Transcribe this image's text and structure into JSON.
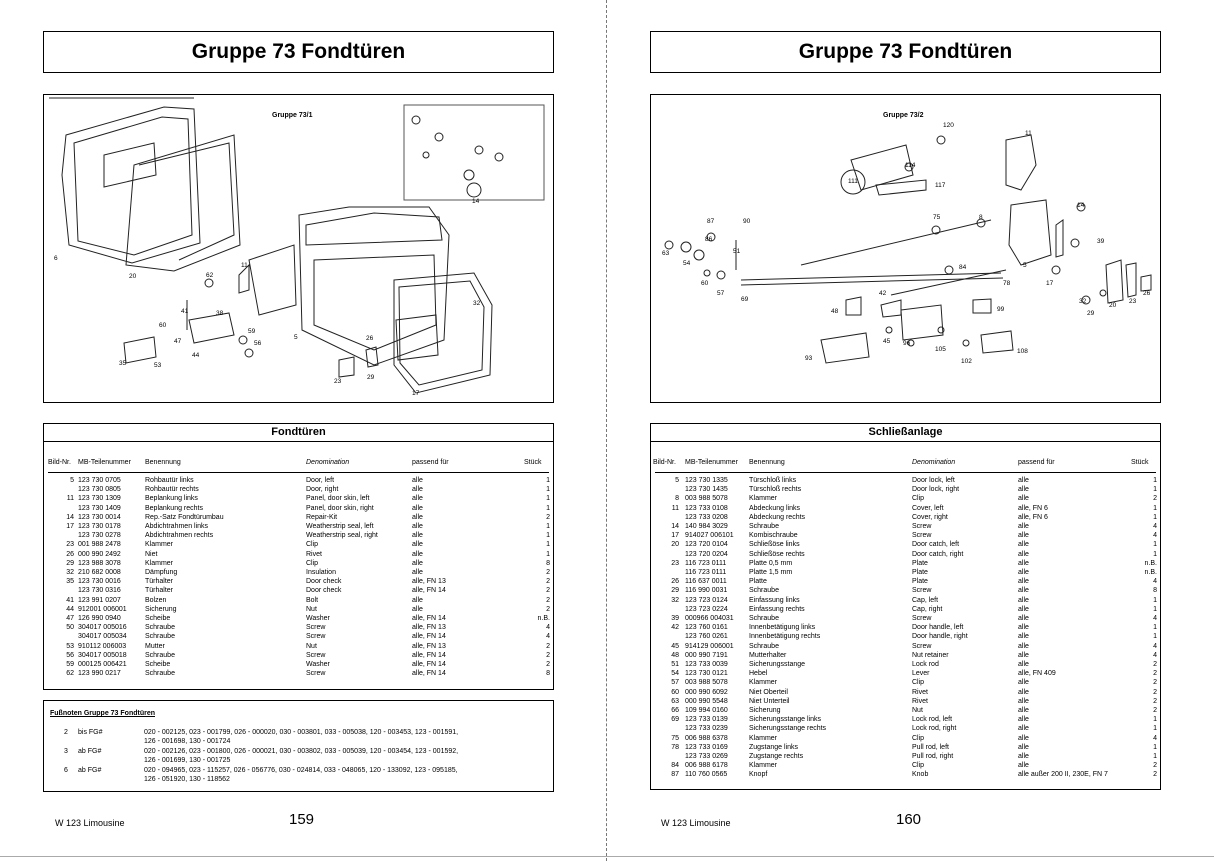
{
  "left": {
    "title": "Gruppe 73 Fondtüren",
    "figure": {
      "label": "Gruppe 73/1",
      "callouts": [
        "6",
        "20",
        "62",
        "11",
        "41",
        "38",
        "60",
        "47",
        "44",
        "59",
        "56",
        "35",
        "53",
        "5",
        "29",
        "26",
        "23",
        "17",
        "32",
        "14"
      ]
    },
    "table": {
      "title": "Fondtüren",
      "headers": {
        "bild": "Bild-Nr.",
        "mb": "MB-Teilenummer",
        "ben": "Benennung",
        "den": "Denomination",
        "passend": "passend für",
        "stueck": "Stück"
      },
      "rows": [
        [
          "5",
          "123 730 0705",
          "Rohbautür links",
          "Door, left",
          "alle",
          "1"
        ],
        [
          "",
          "123 730 0805",
          "Rohbautür rechts",
          "Door, right",
          "alle",
          "1"
        ],
        [
          "11",
          "123 730 1309",
          "Beplankung links",
          "Panel, door skin, left",
          "alle",
          "1"
        ],
        [
          "",
          "123 730 1409",
          "Beplankung rechts",
          "Panel, door skin, right",
          "alle",
          "1"
        ],
        [
          "14",
          "123 730 0014",
          "Rep.-Satz Fondtürumbau",
          "Repair-Kit",
          "alle",
          "2"
        ],
        [
          "17",
          "123 730 0178",
          "Abdichtrahmen links",
          "Weatherstrip seal, left",
          "alle",
          "1"
        ],
        [
          "",
          "123 730 0278",
          "Abdichtrahmen rechts",
          "Weatherstrip seal, right",
          "alle",
          "1"
        ],
        [
          "23",
          "001 988 2478",
          "Klammer",
          "Clip",
          "alle",
          "1"
        ],
        [
          "26",
          "000 990 2492",
          "Niet",
          "Rivet",
          "alle",
          "1"
        ],
        [
          "29",
          "123 988 3078",
          "Klammer",
          "Clip",
          "alle",
          "8"
        ],
        [
          "32",
          "210 682 0008",
          "Dämpfung",
          "Insulation",
          "alle",
          "2"
        ],
        [
          "35",
          "123 730 0016",
          "Türhalter",
          "Door check",
          "alle, FN 13",
          "2"
        ],
        [
          "",
          "123 730 0316",
          "Türhalter",
          "Door check",
          "alle, FN 14",
          "2"
        ],
        [
          "41",
          "123 991 0207",
          "Bolzen",
          "Bolt",
          "alle",
          "2"
        ],
        [
          "44",
          "912001 006001",
          "Sicherung",
          "Nut",
          "alle",
          "2"
        ],
        [
          "47",
          "126 990 0940",
          "Scheibe",
          "Washer",
          "alle, FN 14",
          "n.B."
        ],
        [
          "50",
          "304017 005016",
          "Schraube",
          "Screw",
          "alle, FN 13",
          "4"
        ],
        [
          "",
          "304017 005034",
          "Schraube",
          "Screw",
          "alle, FN 14",
          "4"
        ],
        [
          "53",
          "910112 006003",
          "Mutter",
          "Nut",
          "alle, FN 13",
          "2"
        ],
        [
          "56",
          "304017 005018",
          "Schraube",
          "Screw",
          "alle, FN 14",
          "2"
        ],
        [
          "59",
          "000125 006421",
          "Scheibe",
          "Washer",
          "alle, FN 14",
          "2"
        ],
        [
          "62",
          "123 990 0217",
          "Schraube",
          "Screw",
          "alle, FN 14",
          "8"
        ]
      ]
    },
    "footnotes": {
      "title": "Fußnoten Gruppe 73 Fondtüren",
      "items": [
        {
          "nr": "2",
          "cond": "bis FG#",
          "line1": "020 - 002125, 023 - 001799, 026 - 000020, 030 - 003801, 033 - 005038, 120 - 003453, 123 - 001591,",
          "line2": "126 - 001698, 130 - 001724"
        },
        {
          "nr": "3",
          "cond": "ab FG#",
          "line1": "020 - 002126, 023 - 001800, 026 - 000021, 030 - 003802, 033 - 005039, 120 - 003454, 123 - 001592,",
          "line2": "126 - 001699, 130 - 001725"
        },
        {
          "nr": "6",
          "cond": "ab FG#",
          "line1": "020 - 094965, 023 - 115257, 026 - 056776, 030 - 024814, 033 - 048065, 120 - 133092, 123 - 095185,",
          "line2": "126 - 051920, 130 - 118562"
        }
      ]
    },
    "model": "W 123 Limousine",
    "page": "159"
  },
  "right": {
    "title": "Gruppe 73 Fondtüren",
    "figure": {
      "label": "Gruppe 73/2",
      "callouts": [
        "120",
        "111",
        "114",
        "117",
        "11",
        "87",
        "90",
        "75",
        "8",
        "14",
        "39",
        "86",
        "51",
        "63",
        "54",
        "60",
        "57",
        "69",
        "84",
        "78",
        "5",
        "17",
        "32",
        "20",
        "23",
        "26",
        "29",
        "48",
        "42",
        "99",
        "93",
        "45",
        "96",
        "105",
        "102",
        "108"
      ]
    },
    "table": {
      "title": "Schließanlage",
      "headers": {
        "bild": "Bild-Nr.",
        "mb": "MB-Teilenummer",
        "ben": "Benennung",
        "den": "Denomination",
        "passend": "passend für",
        "stueck": "Stück"
      },
      "rows": [
        [
          "5",
          "123 730 1335",
          "Türschloß links",
          "Door lock, left",
          "alle",
          "1"
        ],
        [
          "",
          "123 730 1435",
          "Türschloß rechts",
          "Door lock, right",
          "alle",
          "1"
        ],
        [
          "8",
          "003 988 5078",
          "Klammer",
          "Clip",
          "alle",
          "2"
        ],
        [
          "11",
          "123 733 0108",
          "Abdeckung links",
          "Cover, left",
          "alle, FN 6",
          "1"
        ],
        [
          "",
          "123 733 0208",
          "Abdeckung rechts",
          "Cover, right",
          "alle, FN 6",
          "1"
        ],
        [
          "14",
          "140 984 3029",
          "Schraube",
          "Screw",
          "alle",
          "4"
        ],
        [
          "17",
          "914027 006101",
          "Kombischraube",
          "Screw",
          "alle",
          "4"
        ],
        [
          "20",
          "123 720 0104",
          "Schließöse links",
          "Door catch, left",
          "alle",
          "1"
        ],
        [
          "",
          "123 720 0204",
          "Schließöse rechts",
          "Door catch, right",
          "alle",
          "1"
        ],
        [
          "23",
          "116 723 0111",
          "Platte 0,5 mm",
          "Plate",
          "alle",
          "n.B."
        ],
        [
          "",
          "116 723 0111",
          "Platte 1,5 mm",
          "Plate",
          "alle",
          "n.B."
        ],
        [
          "26",
          "116 637 0011",
          "Platte",
          "Plate",
          "alle",
          "4"
        ],
        [
          "29",
          "116 990 0031",
          "Schraube",
          "Screw",
          "alle",
          "8"
        ],
        [
          "32",
          "123 723 0124",
          "Einfassung links",
          "Cap, left",
          "alle",
          "1"
        ],
        [
          "",
          "123 723 0224",
          "Einfassung rechts",
          "Cap, right",
          "alle",
          "1"
        ],
        [
          "39",
          "000966 004031",
          "Schraube",
          "Screw",
          "alle",
          "4"
        ],
        [
          "42",
          "123 760 0161",
          "Innenbetätigung links",
          "Door handle, left",
          "alle",
          "1"
        ],
        [
          "",
          "123 760 0261",
          "Innenbetätigung rechts",
          "Door handle, right",
          "alle",
          "1"
        ],
        [
          "45",
          "914129 006001",
          "Schraube",
          "Screw",
          "alle",
          "4"
        ],
        [
          "48",
          "000 990 7191",
          "Mutterhalter",
          "Nut retainer",
          "alle",
          "4"
        ],
        [
          "51",
          "123 733 0039",
          "Sicherungsstange",
          "Lock rod",
          "alle",
          "2"
        ],
        [
          "54",
          "123 730 0121",
          "Hebel",
          "Lever",
          "alle, FN 409",
          "2"
        ],
        [
          "57",
          "003 988 5078",
          "Klammer",
          "Clip",
          "alle",
          "2"
        ],
        [
          "60",
          "000 990 6092",
          "Niet Oberteil",
          "Rivet",
          "alle",
          "2"
        ],
        [
          "63",
          "000 990 5548",
          "Niet Unterteil",
          "Rivet",
          "alle",
          "2"
        ],
        [
          "66",
          "109 994 0160",
          "Sicherung",
          "Nut",
          "alle",
          "2"
        ],
        [
          "69",
          "123 733 0139",
          "Sicherungsstange links",
          "Lock rod, left",
          "alle",
          "1"
        ],
        [
          "",
          "123 733 0239",
          "Sicherungsstange rechts",
          "Lock rod, right",
          "alle",
          "1"
        ],
        [
          "75",
          "006 988 6378",
          "Klammer",
          "Clip",
          "alle",
          "4"
        ],
        [
          "78",
          "123 733 0169",
          "Zugstange links",
          "Pull rod, left",
          "alle",
          "1"
        ],
        [
          "",
          "123 733 0269",
          "Zugstange rechts",
          "Pull rod, right",
          "alle",
          "1"
        ],
        [
          "84",
          "006 988 6178",
          "Klammer",
          "Clip",
          "alle",
          "2"
        ],
        [
          "87",
          "110 760 0565",
          "Knopf",
          "Knob",
          "alle außer 200 II, 230E, FN 7",
          "2"
        ]
      ]
    },
    "model": "W 123 Limousine",
    "page": "160"
  }
}
